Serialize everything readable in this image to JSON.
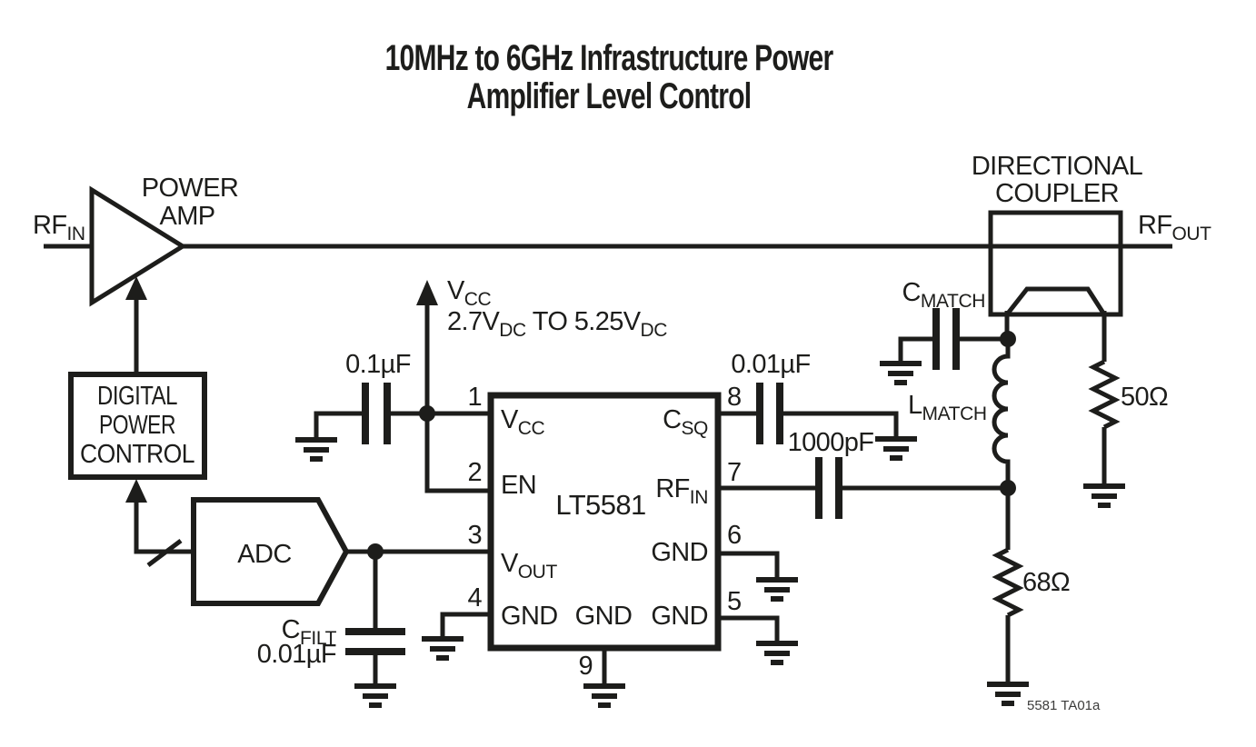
{
  "title": {
    "line1": "10MHz to 6GHz Infrastructure Power",
    "line2": "Amplifier Level Control"
  },
  "io": {
    "rf_in": {
      "main": "RF",
      "sub": "IN"
    },
    "rf_out": {
      "main": "RF",
      "sub": "OUT"
    }
  },
  "blocks": {
    "power_amp": {
      "line1": "POWER",
      "line2": "AMP"
    },
    "digital_power_control": {
      "line1": "DIGITAL",
      "line2": "POWER",
      "line3": "CONTROL"
    },
    "adc": {
      "label": "ADC"
    },
    "coupler": {
      "line1": "DIRECTIONAL",
      "line2": "COUPLER"
    }
  },
  "supply": {
    "name": {
      "main": "V",
      "sub": "CC"
    },
    "range": {
      "v1": "2.7V",
      "v1_sub": "DC",
      "mid": " TO 5.25V",
      "v2_sub": "DC"
    }
  },
  "components": {
    "c_bypass": {
      "value": "0.1µF"
    },
    "c_sq": {
      "value": "0.01µF"
    },
    "c_coupling": {
      "value": "1000pF"
    },
    "c_match": {
      "name": "C",
      "name_sub": "MATCH"
    },
    "l_match": {
      "name": "L",
      "name_sub": "MATCH"
    },
    "c_filt": {
      "name": "C",
      "name_sub": "FILT",
      "value": "0.01µF"
    },
    "r_termination": {
      "value": "50Ω"
    },
    "r_shunt": {
      "value": "68Ω"
    }
  },
  "ic": {
    "part": "LT5581",
    "pins": {
      "pin1": {
        "num": "1",
        "name": "V",
        "name_sub": "CC"
      },
      "pin2": {
        "num": "2",
        "name": "EN"
      },
      "pin3": {
        "num": "3",
        "name": "V",
        "name_sub": "OUT"
      },
      "pin4": {
        "num": "4",
        "name": "GND"
      },
      "pin5": {
        "num": "5",
        "name": "GND"
      },
      "pin6": {
        "num": "6",
        "name": "GND"
      },
      "pin7": {
        "num": "7",
        "name": "RF",
        "name_sub": "IN"
      },
      "pin8": {
        "num": "8",
        "name": "C",
        "name_sub": "SQ"
      },
      "pin9": {
        "num": "9",
        "name": "GND"
      }
    }
  },
  "footer": {
    "doc_ref": "5581 TA01a"
  },
  "colors": {
    "ic_fill": "#e3c2ba",
    "line": "#1d1d1b"
  }
}
